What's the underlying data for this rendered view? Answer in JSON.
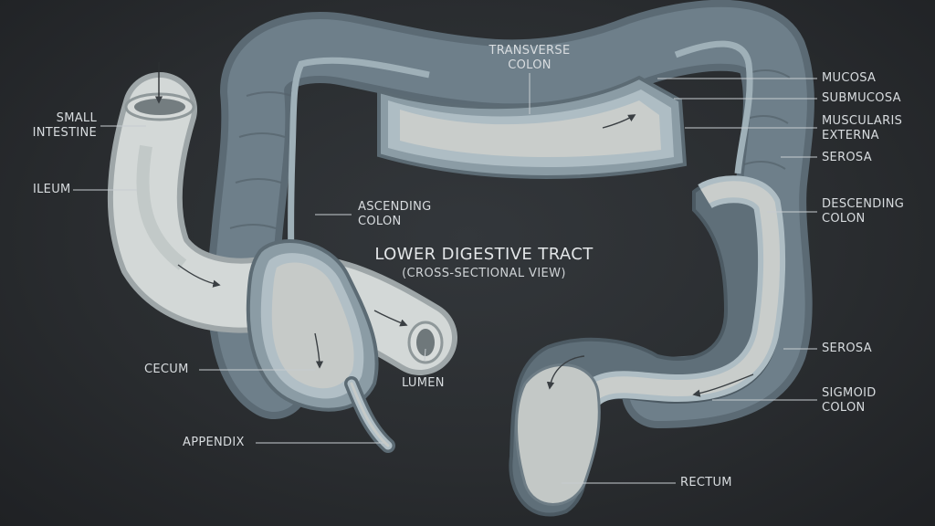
{
  "diagram": {
    "title": "LOWER DIGESTIVE TRACT",
    "subtitle": "(CROSS-SECTIONAL VIEW)",
    "labels": {
      "small_intestine": [
        "SMALL",
        "INTESTINE"
      ],
      "ileum": "ILEUM",
      "cecum": "CECUM",
      "appendix": "APPENDIX",
      "lumen": "LUMEN",
      "ascending_colon": [
        "ASCENDING",
        "COLON"
      ],
      "transverse_colon": [
        "TRANSVERSE",
        "COLON"
      ],
      "mucosa": "MUCOSA",
      "submucosa": "SUBMUCOSA",
      "muscularis_externa": [
        "MUSCULARIS",
        "EXTERNA"
      ],
      "serosa_top": "SEROSA",
      "descending_colon": [
        "DESCENDING",
        "COLON"
      ],
      "serosa_bottom": "SEROSA",
      "sigmoid_colon": [
        "SIGMOID",
        "COLON"
      ],
      "rectum": "RECTUM"
    }
  },
  "colors": {
    "background": "#2a2d30",
    "outer_wall": "#5f6f7a",
    "muscle_wall": "#7a8c97",
    "submucosa": "#a9b8c0",
    "lumen": "#c9cdcc",
    "ileum": "#cfd4d4",
    "leader_line": "#c7ccd0"
  }
}
